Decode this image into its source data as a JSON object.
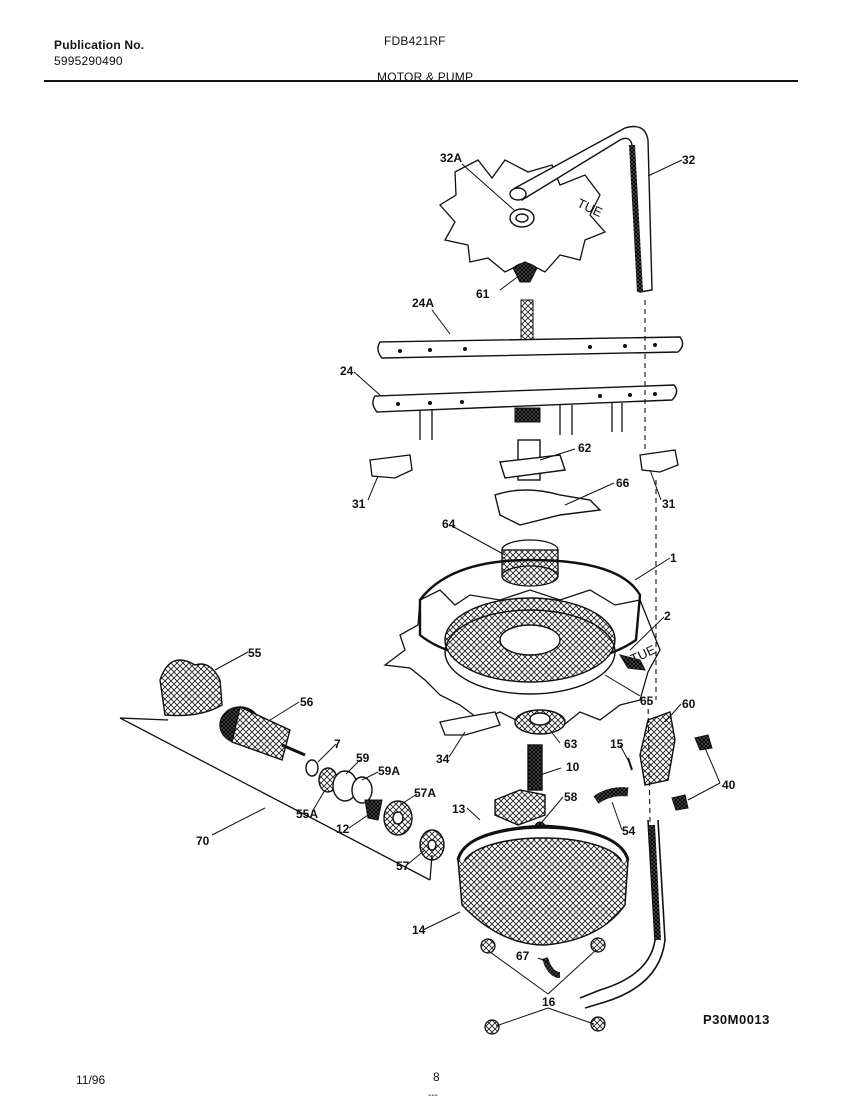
{
  "header": {
    "publication_label": "Publication No.",
    "publication_number": "5995290490",
    "model": "FDB421RF",
    "section": "MOTOR & PUMP"
  },
  "footer": {
    "date": "11/96",
    "page": "8",
    "dash": "---"
  },
  "drawing_code": "P30M0013",
  "tags": {
    "tue_a": "TUE",
    "tue_b": "TUE"
  },
  "callouts": {
    "c32A": "32A",
    "c32": "32",
    "c61": "61",
    "c24A": "24A",
    "c24": "24",
    "c62": "62",
    "c31a": "31",
    "c31b": "31",
    "c66": "66",
    "c64": "64",
    "c1": "1",
    "c2": "2",
    "c55": "55",
    "c65": "65",
    "c56": "56",
    "c60": "60",
    "c7": "7",
    "c59": "59",
    "c59A": "59A",
    "c34": "34",
    "c63": "63",
    "c15": "15",
    "c10": "10",
    "c40": "40",
    "c55A": "55A",
    "c12": "12",
    "c57A": "57A",
    "c58": "58",
    "c13": "13",
    "c70": "70",
    "c54": "54",
    "c57": "57",
    "c14": "14",
    "c67": "67",
    "c16": "16"
  }
}
